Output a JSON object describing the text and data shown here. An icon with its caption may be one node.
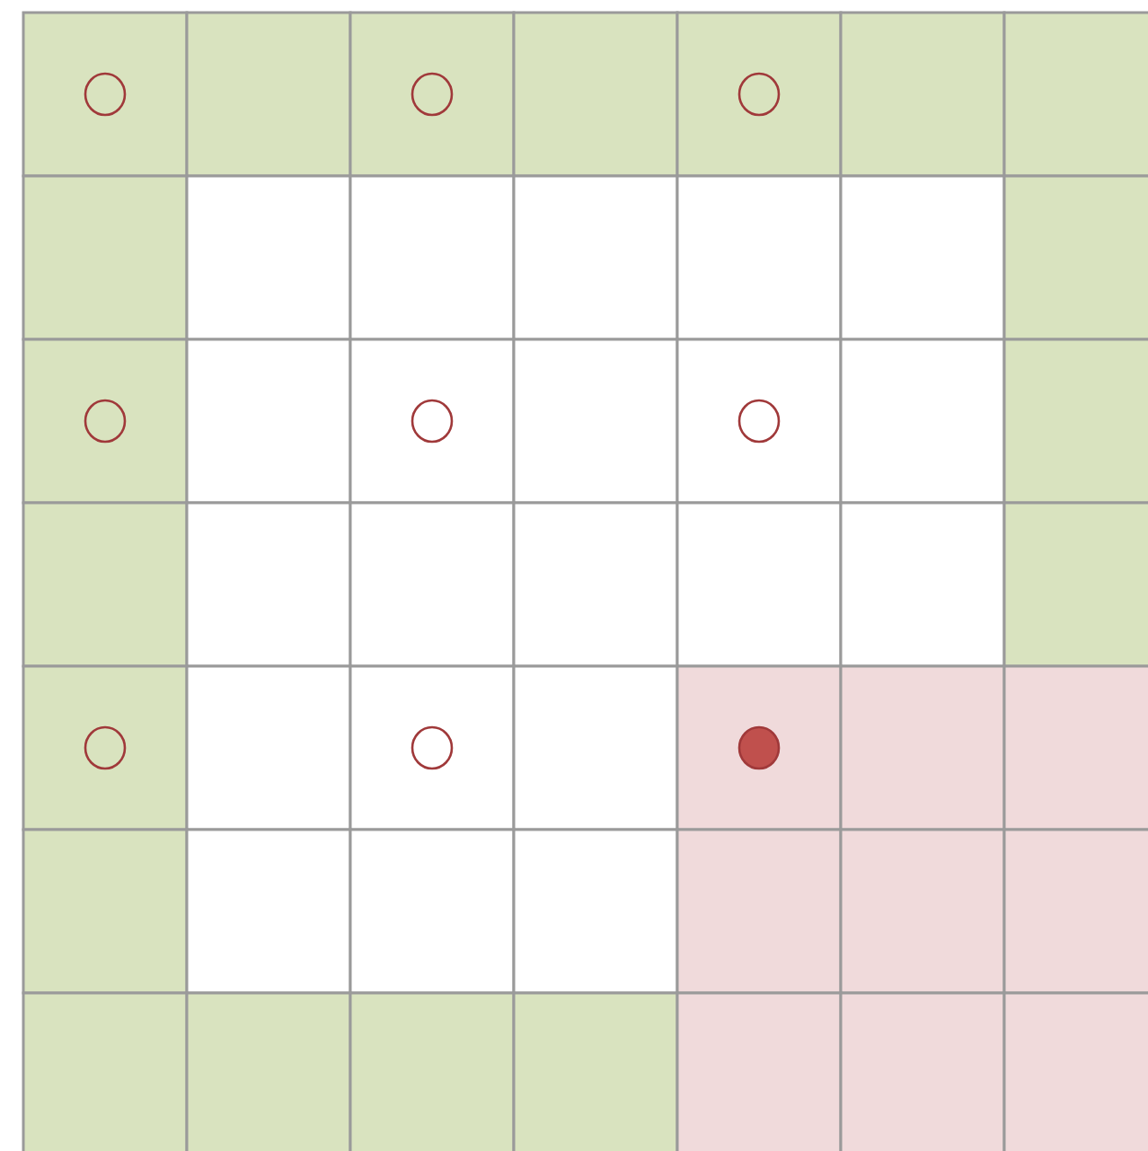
{
  "diagram": {
    "nodes": [
      {
        "text": [],
        "shape": "circle"
      },
      {
        "text": [],
        "shape": "circle"
      },
      {
        "text": [],
        "shape": "circle"
      },
      {
        "text": [],
        "shape": "circle"
      },
      {
        "text": [],
        "shape": "circle"
      },
      {
        "text": [],
        "shape": "circle"
      },
      {
        "text": [],
        "shape": "circle"
      },
      {
        "text": [],
        "shape": "circle"
      },
      {
        "text": [],
        "shape": "circle"
      }
    ]
  }
}
